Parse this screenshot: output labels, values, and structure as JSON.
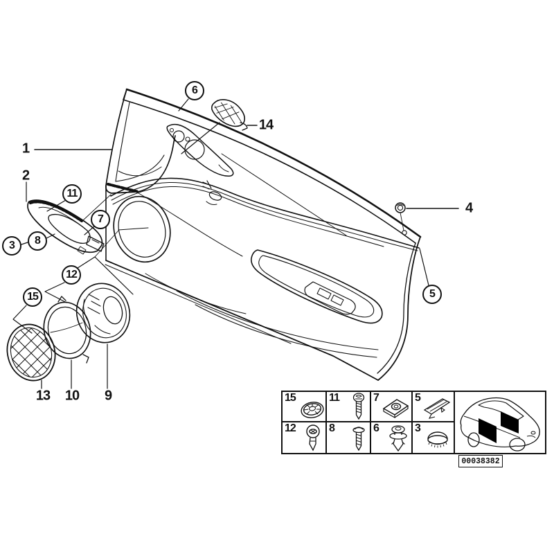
{
  "figure": {
    "background_color": "#ffffff",
    "line_color": "#111111",
    "highlight_color": "#000000"
  },
  "callouts": {
    "plain": [
      {
        "label": "1"
      },
      {
        "label": "2"
      },
      {
        "label": "4"
      },
      {
        "label": "9"
      },
      {
        "label": "10"
      },
      {
        "label": "13"
      },
      {
        "label": "14"
      }
    ],
    "circled": [
      {
        "label": "3"
      },
      {
        "label": "5"
      },
      {
        "label": "6"
      },
      {
        "label": "7"
      },
      {
        "label": "8"
      },
      {
        "label": "11"
      },
      {
        "label": "12"
      },
      {
        "label": "15"
      }
    ]
  },
  "legend": {
    "rows": [
      [
        {
          "num": "15",
          "icon": "washer-grommet-icon"
        },
        {
          "num": "11",
          "icon": "long-screw-icon"
        },
        {
          "num": "7",
          "icon": "speed-nut-icon"
        },
        {
          "num": "5",
          "icon": "bracket-icon"
        }
      ],
      [
        {
          "num": "12",
          "icon": "expansion-rivet-icon"
        },
        {
          "num": "8",
          "icon": "short-screw-icon"
        },
        {
          "num": "6",
          "icon": "push-clip-icon"
        },
        {
          "num": "3",
          "icon": "cap-plug-icon"
        }
      ]
    ],
    "vehicle_icon": "coupe-rear-three-quarter"
  },
  "part_label": {
    "value": "00038382"
  }
}
